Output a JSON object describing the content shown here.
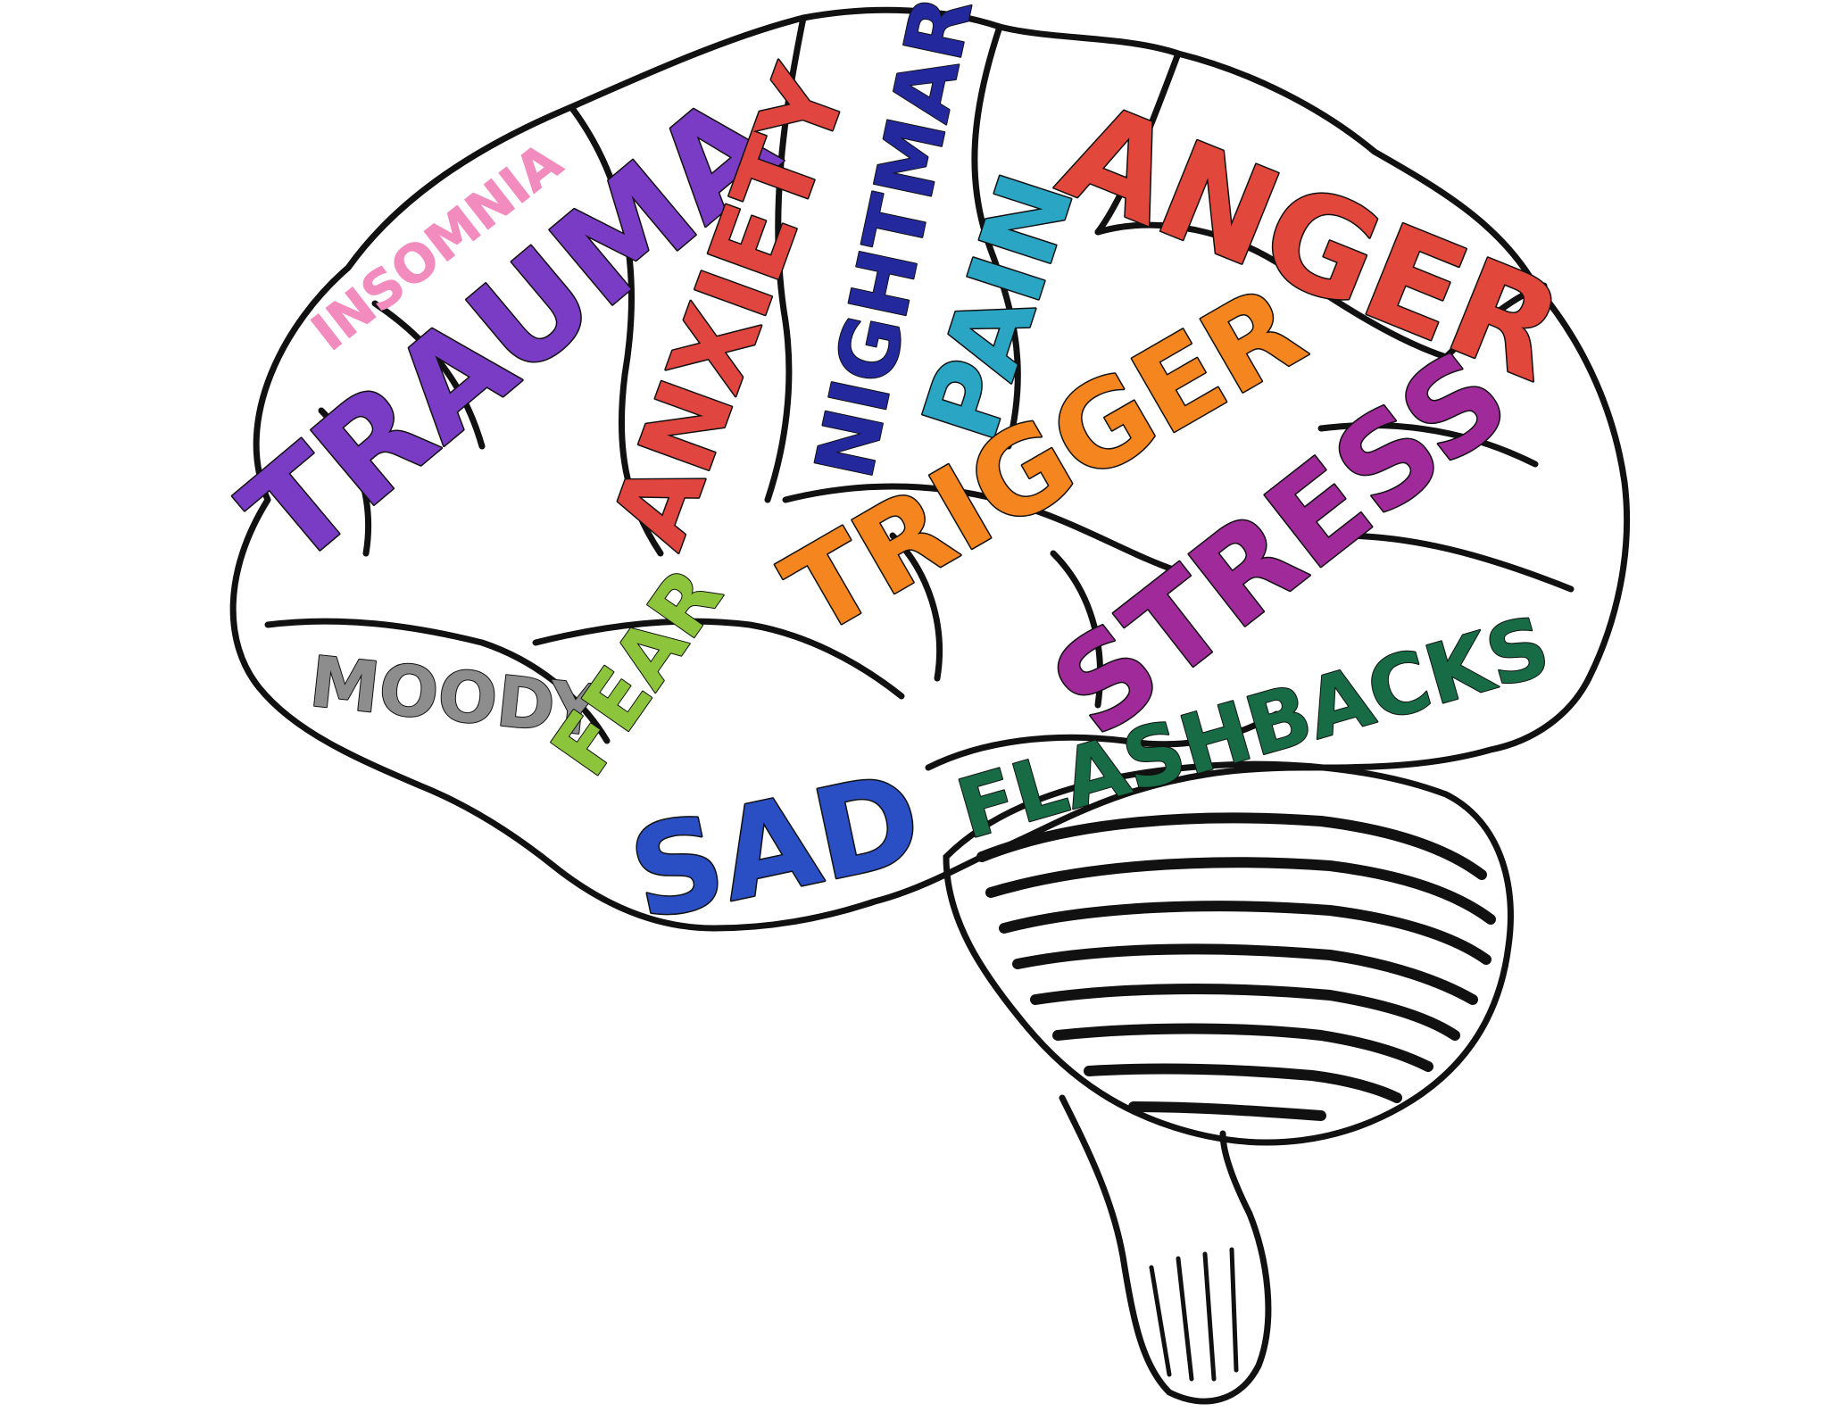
{
  "drawing": {
    "outline_color": "#111111",
    "background_color": "#ffffff",
    "words": [
      {
        "id": "insomnia",
        "text": "INSOMNIA",
        "color": "#f28cbf"
      },
      {
        "id": "trauma",
        "text": "TRAUMA",
        "color": "#7a3cc4"
      },
      {
        "id": "anxiety",
        "text": "ANXIETY",
        "color": "#e0463f"
      },
      {
        "id": "nightmare",
        "text": "NIGHTMARE",
        "color": "#23299c"
      },
      {
        "id": "anger",
        "text": "ANGER",
        "color": "#e2473c"
      },
      {
        "id": "pain",
        "text": "PAIN",
        "color": "#2aa6c4"
      },
      {
        "id": "trigger",
        "text": "TRIGGER",
        "color": "#f5861f"
      },
      {
        "id": "stress",
        "text": "STRESS",
        "color": "#a02a9a"
      },
      {
        "id": "moody",
        "text": "MOODY",
        "color": "#8d8d8d"
      },
      {
        "id": "fear",
        "text": "FEAR",
        "color": "#8cc43c"
      },
      {
        "id": "sad",
        "text": "SAD",
        "color": "#2a4fc4"
      },
      {
        "id": "flashbacks",
        "text": "FLASHBACKS",
        "color": "#176b45"
      }
    ]
  }
}
